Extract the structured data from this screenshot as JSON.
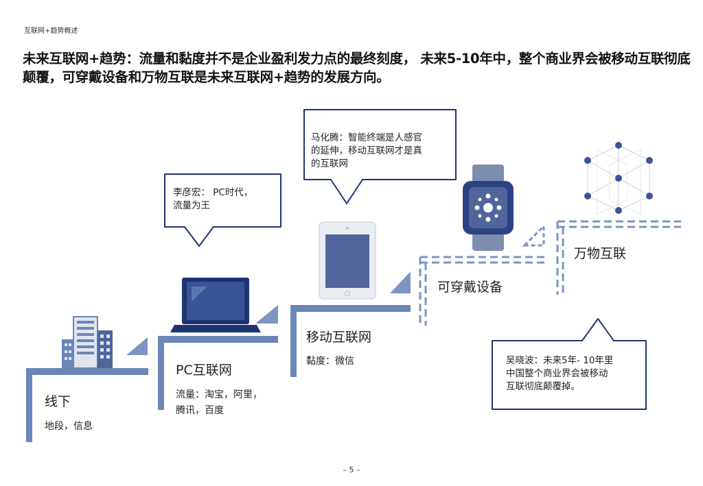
{
  "header_label": "互联网+趋势概述",
  "headline": "未来互联网+趋势：流量和黏度并不是企业盈利发力点的最终刻度， 未来5-10年中，整个商业界会被移动互联彻底颠覆，可穿戴设备和万物互联是未来互联网+趋势的发展方向。",
  "colors": {
    "accent": "#6b86b8",
    "dark_navy": "#1e3470",
    "icon_fill": "#4f659c",
    "light_gray": "#e6e9f0",
    "dash": "#7b93c2"
  },
  "steps": [
    {
      "id": "offline",
      "title": "线下",
      "subtitle_lines": [
        "地段，信息"
      ],
      "icon": "building-icon"
    },
    {
      "id": "pc",
      "title": "PC互联网",
      "subtitle_lines": [
        "流量：淘宝，阿里，",
        "腾讯，百度"
      ],
      "icon": "laptop-icon"
    },
    {
      "id": "mobile",
      "title": "移动互联网",
      "subtitle_lines": [
        "黏度：微信"
      ],
      "icon": "tablet-icon"
    },
    {
      "id": "wearable",
      "title": "可穿戴设备",
      "subtitle_lines": [],
      "icon": "smartwatch-icon"
    },
    {
      "id": "iot",
      "title": "万物互联",
      "subtitle_lines": [],
      "icon": "network-cube-icon"
    }
  ],
  "bubbles": [
    {
      "id": "li-yanhong",
      "lines": [
        "李彦宏：  PC时代，",
        "流量为王"
      ]
    },
    {
      "id": "ma-huateng",
      "lines": [
        "马化腾：智能终端是人感官",
        "的延伸，移动互联网才是真",
        "的互联网"
      ]
    },
    {
      "id": "wu-xiaobo",
      "lines": [
        "吴晓波：未来5年- 10年里",
        "中国整个商业界会被移动",
        "互联彻底颠覆掉。"
      ]
    }
  ],
  "page_number": "– 5 –"
}
